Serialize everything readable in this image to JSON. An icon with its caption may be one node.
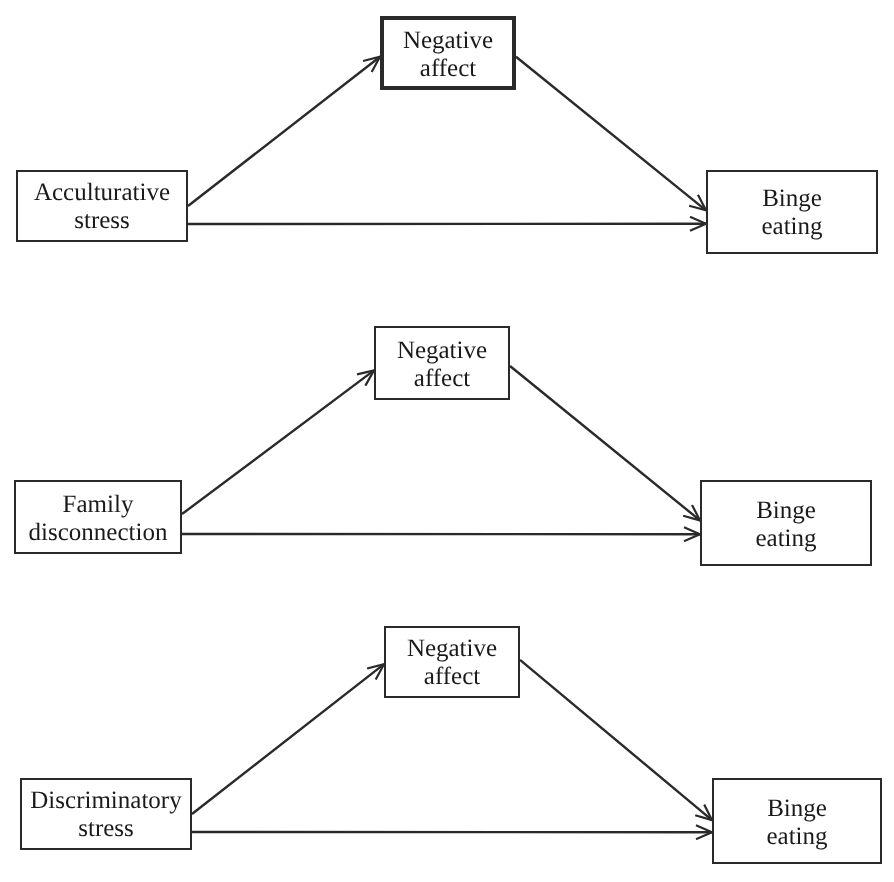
{
  "diagram": {
    "nodes": [
      {
        "text": [
          "Negative affect"
        ]
      },
      {
        "text": [
          "Acculturative stress"
        ]
      },
      {
        "text": [
          "Binge eating"
        ]
      },
      {
        "text": [
          "Negative affect"
        ]
      },
      {
        "text": [
          "Family disconnection"
        ]
      },
      {
        "text": [
          "Binge eating"
        ]
      },
      {
        "text": [
          "Negative affect"
        ]
      },
      {
        "text": [
          "Discriminatory stress"
        ]
      },
      {
        "text": [
          "Binge eating"
        ]
      }
    ],
    "edges": [
      {
        "from": 1,
        "to": 0,
        "arrow": "to"
      },
      {
        "from": 0,
        "to": 2,
        "arrow": "to"
      },
      {
        "from": 1,
        "to": 2,
        "arrow": "to"
      },
      {
        "from": 4,
        "to": 3,
        "arrow": "to"
      },
      {
        "from": 3,
        "to": 5,
        "arrow": "to"
      },
      {
        "from": 4,
        "to": 5,
        "arrow": "to"
      },
      {
        "from": 7,
        "to": 6,
        "arrow": "to"
      },
      {
        "from": 6,
        "to": 8,
        "arrow": "to"
      },
      {
        "from": 7,
        "to": 8,
        "arrow": "to"
      }
    ]
  }
}
